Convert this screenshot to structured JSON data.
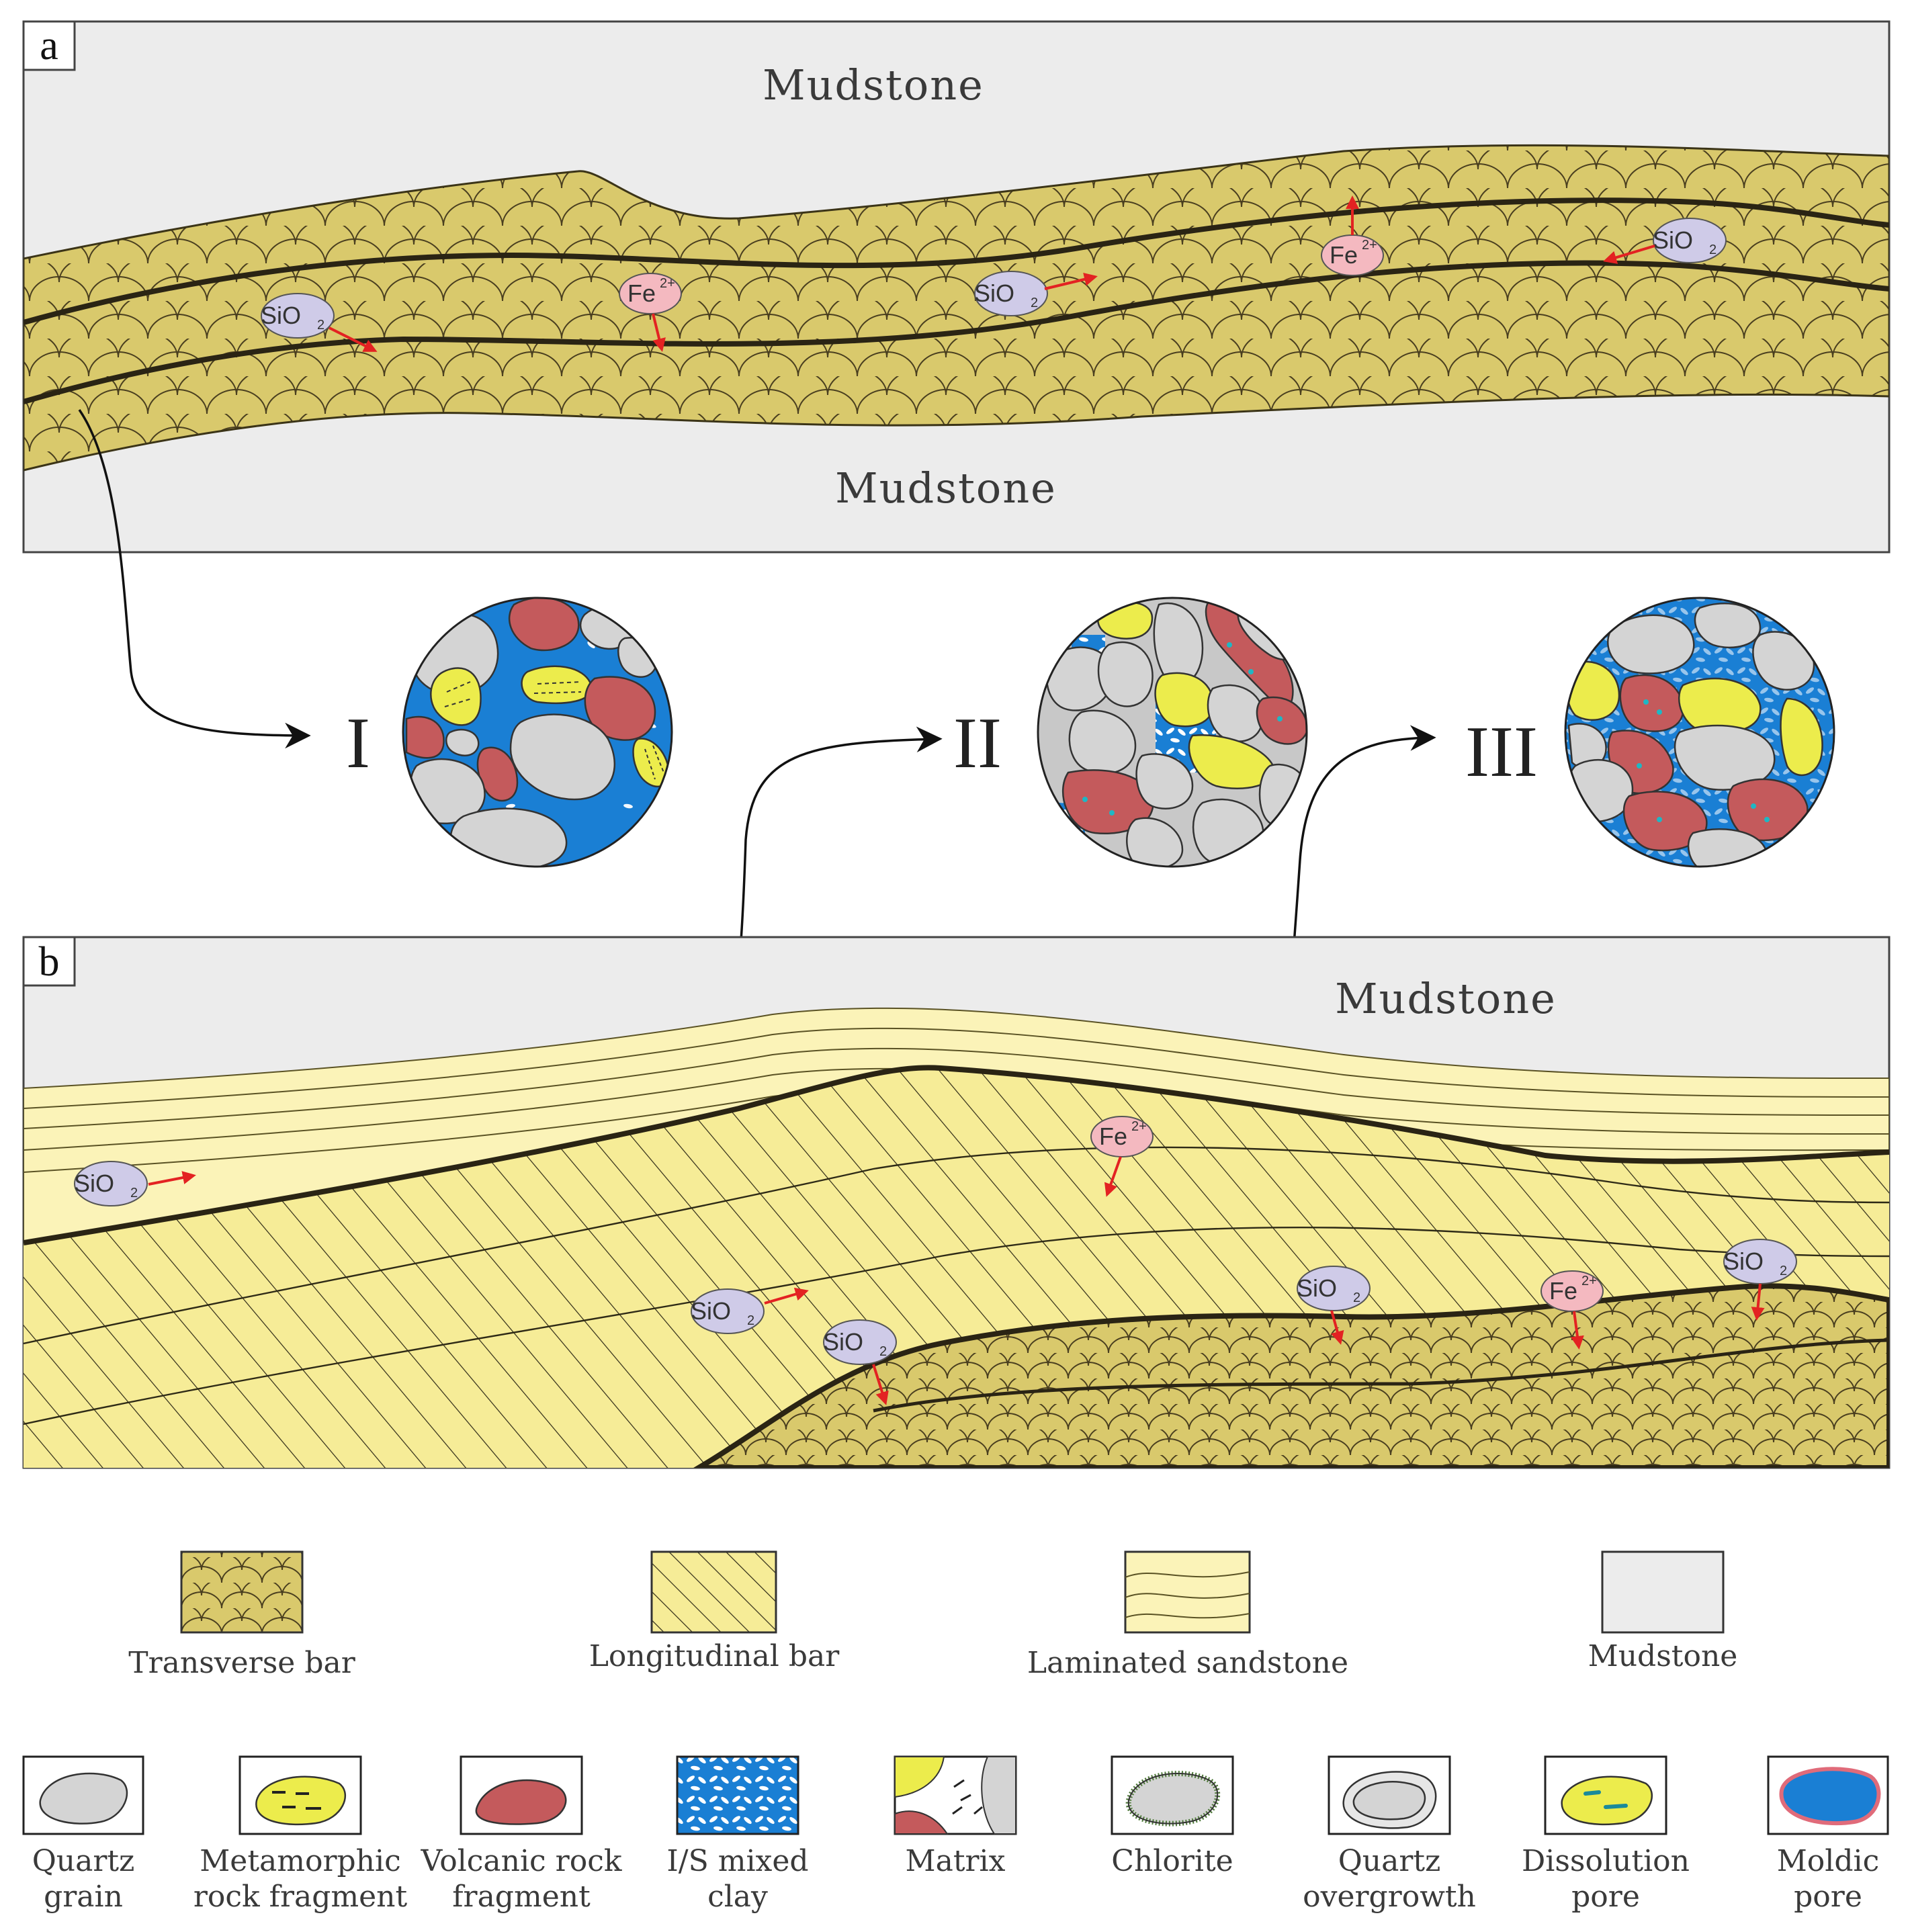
{
  "panels": {
    "a": {
      "letter": "a",
      "top_label": "Mudstone",
      "bottom_label": "Mudstone"
    },
    "b": {
      "letter": "b",
      "top_label": "Mudstone"
    }
  },
  "facies_types": {
    "I": "I",
    "II": "II",
    "III": "III"
  },
  "ion_chips": {
    "a": [
      "SiO2",
      "Fe2+",
      "SiO2",
      "Fe2+",
      "SiO2"
    ],
    "b": [
      "SiO2",
      "Fe2+",
      "SiO2",
      "SiO2",
      "SiO2",
      "Fe2+",
      "SiO2"
    ]
  },
  "legend_facies": [
    {
      "label": "Transverse bar"
    },
    {
      "label": "Longitudinal bar"
    },
    {
      "label": "Laminated sandstone"
    },
    {
      "label": "Mudstone"
    }
  ],
  "legend_components": [
    {
      "line1": "Quartz",
      "line2": "grain"
    },
    {
      "line1": "Metamorphic",
      "line2": "rock fragment"
    },
    {
      "line1": "Volcanic rock",
      "line2": "fragment"
    },
    {
      "line1": "I/S mixed",
      "line2": "clay"
    },
    {
      "line1": "Matrix",
      "line2": ""
    },
    {
      "line1": "Chlorite",
      "line2": ""
    },
    {
      "line1": "Quartz",
      "line2": "overgrowth"
    },
    {
      "line1": "Dissolution",
      "line2": "pore"
    },
    {
      "line1": "Moldic",
      "line2": "pore"
    }
  ],
  "colors": {
    "mudstone": "#ececec",
    "transverse_bar": "#d9c96c",
    "longitudinal_bar": "#f6ec97",
    "laminated": "#fbf3b8",
    "quartz": "#d4d4d4",
    "metamorphic": "#ecec4c",
    "volcanic": "#c45a5c",
    "is_clay": "#1a7fd4",
    "chip_sio2": "#cfcbe8",
    "chip_fe": "#f4b9c0",
    "arrow_red": "#e32222"
  }
}
